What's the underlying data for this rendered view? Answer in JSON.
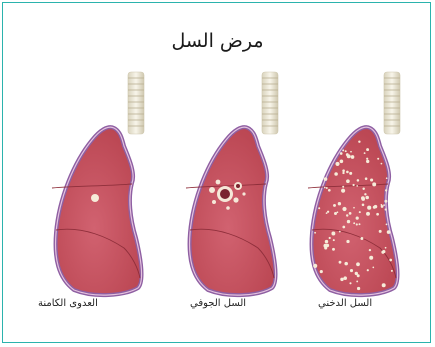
{
  "title": "مرض السل",
  "panels": [
    {
      "label": "العدوى الكامنة"
    },
    {
      "label": "السل الجوفي"
    },
    {
      "label": "السل الدخني"
    }
  ],
  "colors": {
    "frame": "#2bb3ad",
    "lung_fill": "#c24f5c",
    "lung_outline": "#9a6aa8",
    "trachea": "#e9e3cf"
  }
}
